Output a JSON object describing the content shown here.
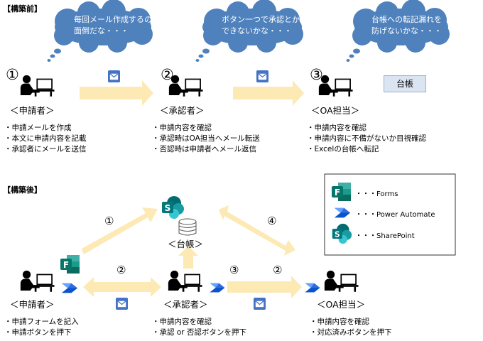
{
  "before": {
    "section_label": "【構築前】",
    "clouds": [
      {
        "lines": [
          "毎回メール作成するの",
          "面倒だな・・・"
        ]
      },
      {
        "lines": [
          "ボタン一つで承認とか",
          "できないかな・・・"
        ]
      },
      {
        "lines": [
          "台帳への転記漏れを",
          "防げないかな・・・"
        ]
      }
    ],
    "steps": [
      {
        "num": "①",
        "role": "＜申請者＞",
        "bullets": [
          "・申請メールを作成",
          "・本文に申請内容を記載",
          "・承認者にメールを送信"
        ]
      },
      {
        "num": "②",
        "role": "＜承認者＞",
        "bullets": [
          "・申請内容を確認",
          "・承認時はOA担当へメール転送",
          "・否認時は申請者へメール返信"
        ]
      },
      {
        "num": "③",
        "role": "＜OA担当＞",
        "bullets": [
          "・申請内容を確認",
          "・申請内容に不備がないか目視確認",
          "・Excelの台帳へ転記"
        ]
      }
    ],
    "ledger_label": "台帳"
  },
  "after": {
    "section_label": "【構築後】",
    "ledger_label": "＜台帳＞",
    "arrow_labels": [
      "①",
      "②",
      "③",
      "②",
      "④"
    ],
    "roles": [
      "＜申請者＞",
      "＜承認者＞",
      "＜OA担当＞"
    ],
    "bullets": [
      [
        "・申請フォームを記入",
        "・申請ボタンを押下"
      ],
      [
        "・申請内容を確認",
        "・承認 or 否認ボタンを押下"
      ],
      [
        "・申請内容を確認",
        "・対応済みボタンを押下"
      ]
    ]
  },
  "legend": [
    {
      "icon": "forms-icon",
      "label": "・・・Forms"
    },
    {
      "icon": "power-automate-icon",
      "label": "・・・Power Automate"
    },
    {
      "icon": "sharepoint-icon",
      "label": "・・・SharePoint"
    }
  ],
  "colors": {
    "cloud": "#4f81bd",
    "arrow": "#fde9b4",
    "mail": "#4472c4",
    "forms": "#077568",
    "power_automate": "#2f6cdc",
    "sharepoint": "#036c70"
  }
}
